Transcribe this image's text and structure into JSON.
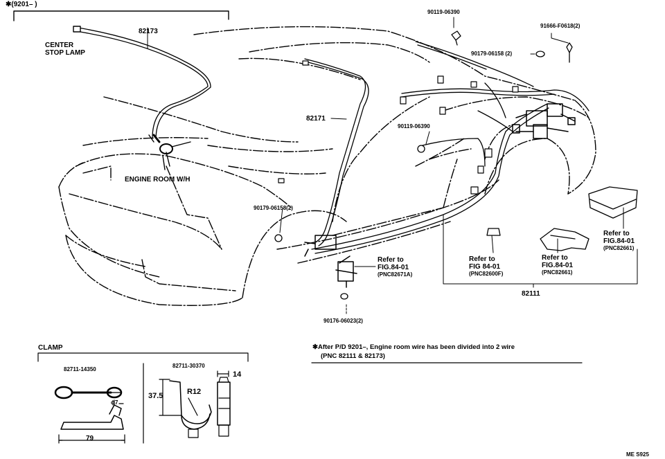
{
  "header": {
    "note_range": "✱(9201–      )"
  },
  "parts": {
    "center_stop_lamp_wire": "82173",
    "center_stop_lamp_label": [
      "CENTER",
      "STOP LAMP"
    ],
    "engine_room_wire_label": "ENGINE ROOM W/H",
    "side_wire": "82171",
    "bolt_top": "90119-06390",
    "clip_top_right": "91666-F0618(2)",
    "grommet_top": "90179-06158 (2)",
    "bolt_mid": "90119-06390",
    "grommet_front": "90179-06158(2)",
    "nut_bottom": "90176-06023(2)",
    "main_wire": "82111"
  },
  "refs": {
    "relay_front": {
      "line1": "Refer to",
      "line2": "FIG.84-01",
      "pnc": "(PNC82671A)"
    },
    "connector": {
      "line1": "Refer to",
      "line2": "FIG 84-01",
      "pnc": "(PNC82600F)"
    },
    "bracket": {
      "line1": "Refer to",
      "line2": "FIG.84-01",
      "pnc": "(PNC82661)"
    },
    "junction_box": {
      "line1": "Refer to",
      "line2": "FIG.84-01",
      "pnc": "(PNC82661)"
    }
  },
  "clamp": {
    "title": "CLAMP",
    "left_part": "82711-14350",
    "right_part": "82711-30370",
    "dim_diameter": "ϕ7",
    "dim_length": "79",
    "dim_height": "37.5",
    "dim_radius": "R12",
    "dim_width": "14"
  },
  "footnote": {
    "line1": "✱After P/D 9201–, Engine room wire has been divided into 2 wire",
    "line2": "(PNC 82111 & 82173)"
  },
  "corner_code": "ME S925"
}
